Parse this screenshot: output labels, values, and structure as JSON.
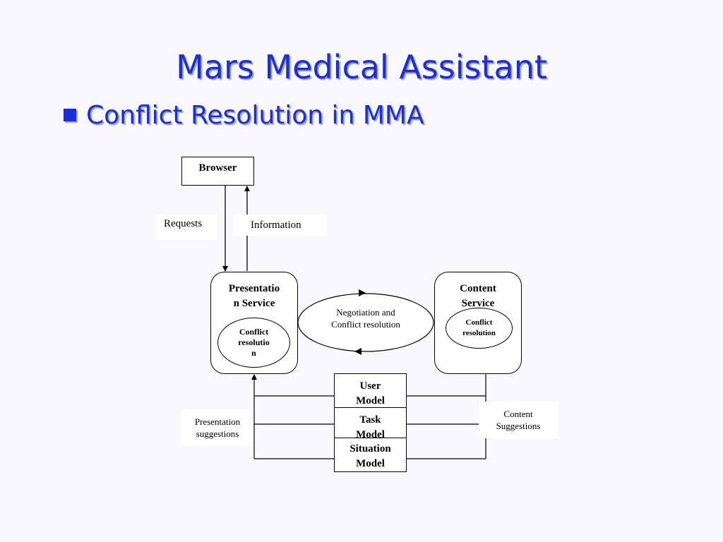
{
  "title": "Mars Medical Assistant",
  "bullet": {
    "text": "Conflict Resolution in MMA"
  },
  "diagram": {
    "browser": "Browser",
    "requests": "Requests",
    "information": "Information",
    "presentation_service": "Presentatio\nn Service",
    "presentation_conflict": "Conflict\nresolutio\nn",
    "negotiation": "Negotiation and\nConflict resolution",
    "content_service": "Content\nService",
    "content_conflict": "Conflict\nresolution",
    "user_model": "User\nModel",
    "task_model": "Task\nModel",
    "situation_model": "Situation\nModel",
    "presentation_suggestions": "Presentation\nsuggestions",
    "content_suggestions": "Content\nSuggestions"
  }
}
